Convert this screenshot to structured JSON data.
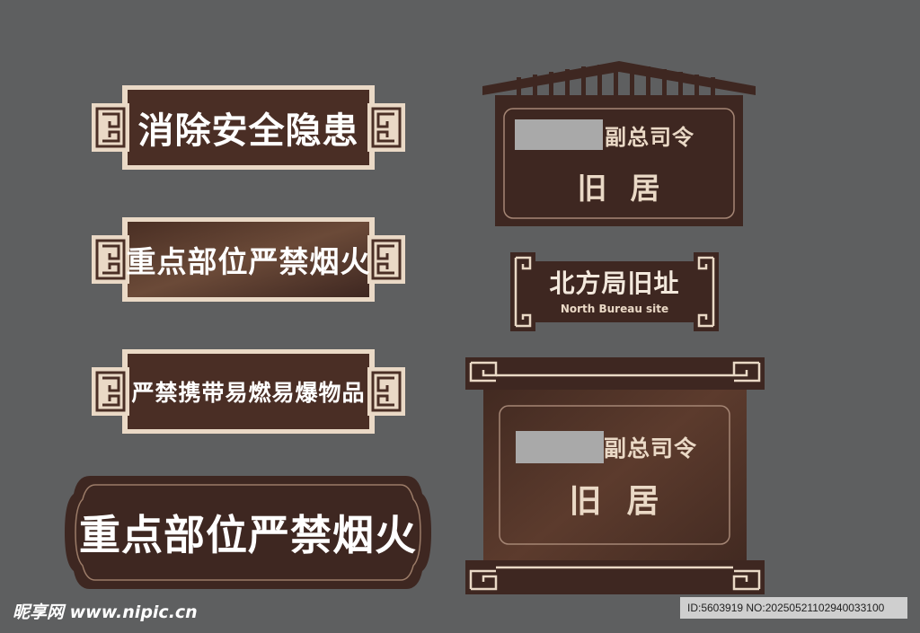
{
  "colors": {
    "background": "#5e5f60",
    "board_dark": "#3e2721",
    "board_wood": "#5a3a2c",
    "trim_cream": "#ead9c6",
    "text": "#ffffff"
  },
  "signs": {
    "sign1": "消除安全隐患",
    "sign2": "重点部位严禁烟火",
    "sign3": "严禁携带易燃易爆物品",
    "sign4": "重点部位严禁烟火",
    "house_sign": {
      "line1": "副总司令",
      "line2": "旧  居"
    },
    "bureau_sign": {
      "title": "北方局旧址",
      "subtitle": "North Bureau site"
    },
    "large_sign": {
      "line1": "副总司令",
      "line2": "旧  居"
    }
  },
  "watermark": {
    "site": "昵享网 www.nipic.cn",
    "id": "ID:5603919 NO:20250521102940033100"
  }
}
